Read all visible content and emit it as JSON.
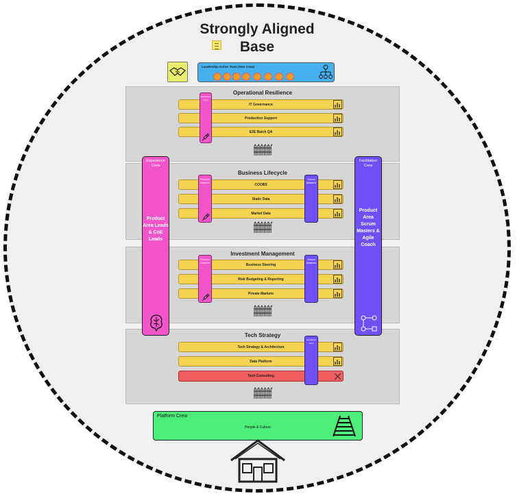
{
  "title_line1": "Strongly Aligned",
  "title_line2": "Base",
  "leadership": {
    "label": "Leadership Action Team (Geo Crew)"
  },
  "sections": [
    {
      "title": "Operational Resilience",
      "rows": [
        "IT Governance",
        "Production Support",
        "E2E Batch QA"
      ],
      "left_label": "Experience Crew",
      "right_label": ""
    },
    {
      "title": "Business Lifecycle",
      "rows": [
        "COOBS",
        "Static Data",
        "Market Data"
      ],
      "left_label": "Product Owners",
      "right_label": "Scrum Masters"
    },
    {
      "title": "Investment Management",
      "rows": [
        "Business Steering",
        "Risk Budgeting & Reporting",
        "Private Markets"
      ],
      "left_label": "Product Owners",
      "right_label": "Scrum Masters"
    },
    {
      "title": "Tech Strategy",
      "rows": [
        "Tech Strategy & Architecture",
        "Data Platform",
        "Tech Consulting"
      ],
      "left_label": "",
      "right_label": "Facilitation Crew"
    }
  ],
  "experience_crew": {
    "header": "Experience Crew",
    "body": "Product Area Leads & CoE Leads"
  },
  "facilitation_crew": {
    "header": "Facilitation Crew",
    "body": "Product Area Scrum Masters & Agile Coach"
  },
  "platform_crew": {
    "title": "Platform Crew",
    "content": "People & Culture"
  },
  "colors": {
    "yellow": "#f7d352",
    "red": "#f15c5c",
    "pink": "#f255c9",
    "purple": "#6f50f6",
    "green": "#4ded7a",
    "blue": "#46b1ee"
  },
  "icons": [
    "handshake-icon",
    "org-chart-icon",
    "bar-chart-icon",
    "fence-icon",
    "railway-icon",
    "house-icon",
    "flowchart-icon",
    "brain-icon",
    "rocket-icon"
  ]
}
